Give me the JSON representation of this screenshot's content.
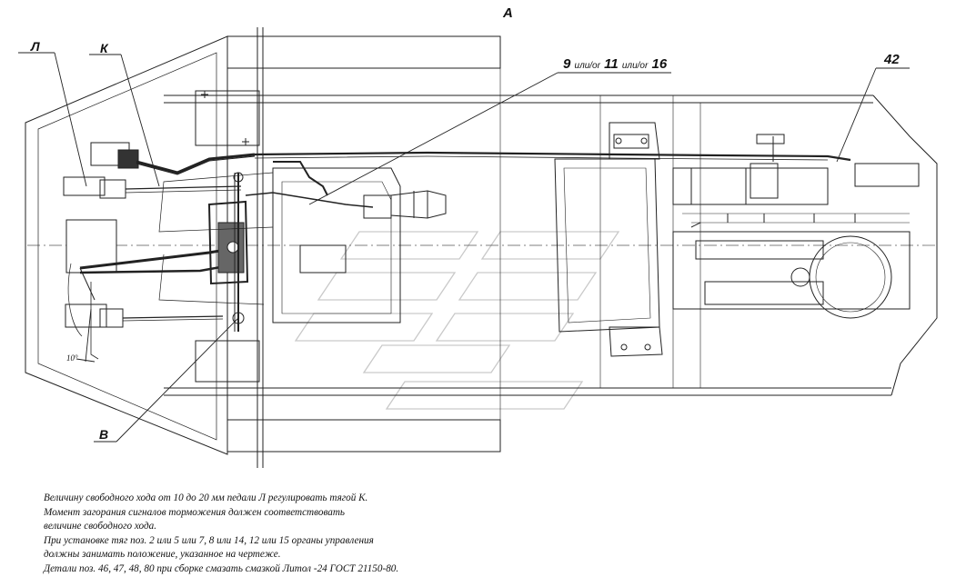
{
  "view_label": "А",
  "callouts": {
    "pedal_l": "Л",
    "rod_k": "К",
    "point_v": "В",
    "part_42": "42",
    "parts": {
      "p9": "9",
      "or1": "или/or",
      "p11": "11",
      "or2": "или/or",
      "p16": "16"
    }
  },
  "angle": "10°",
  "notes": [
    "Величину свободного хода от 10 до 20 мм педали Л регулировать тягой К.",
    "Момент загорания сигналов торможения должен соответствовать",
    "величине свободного хода.",
    "При установке тяг поз. 2 или 5 или 7, 8 или 14, 12 или 15  органы управления",
    "должны занимать положение, указанное на чертеже.",
    "Детали поз. 46, 47, 48, 80 при сборке смазать смазкой Литол -24 ГОСТ 21150-80."
  ]
}
